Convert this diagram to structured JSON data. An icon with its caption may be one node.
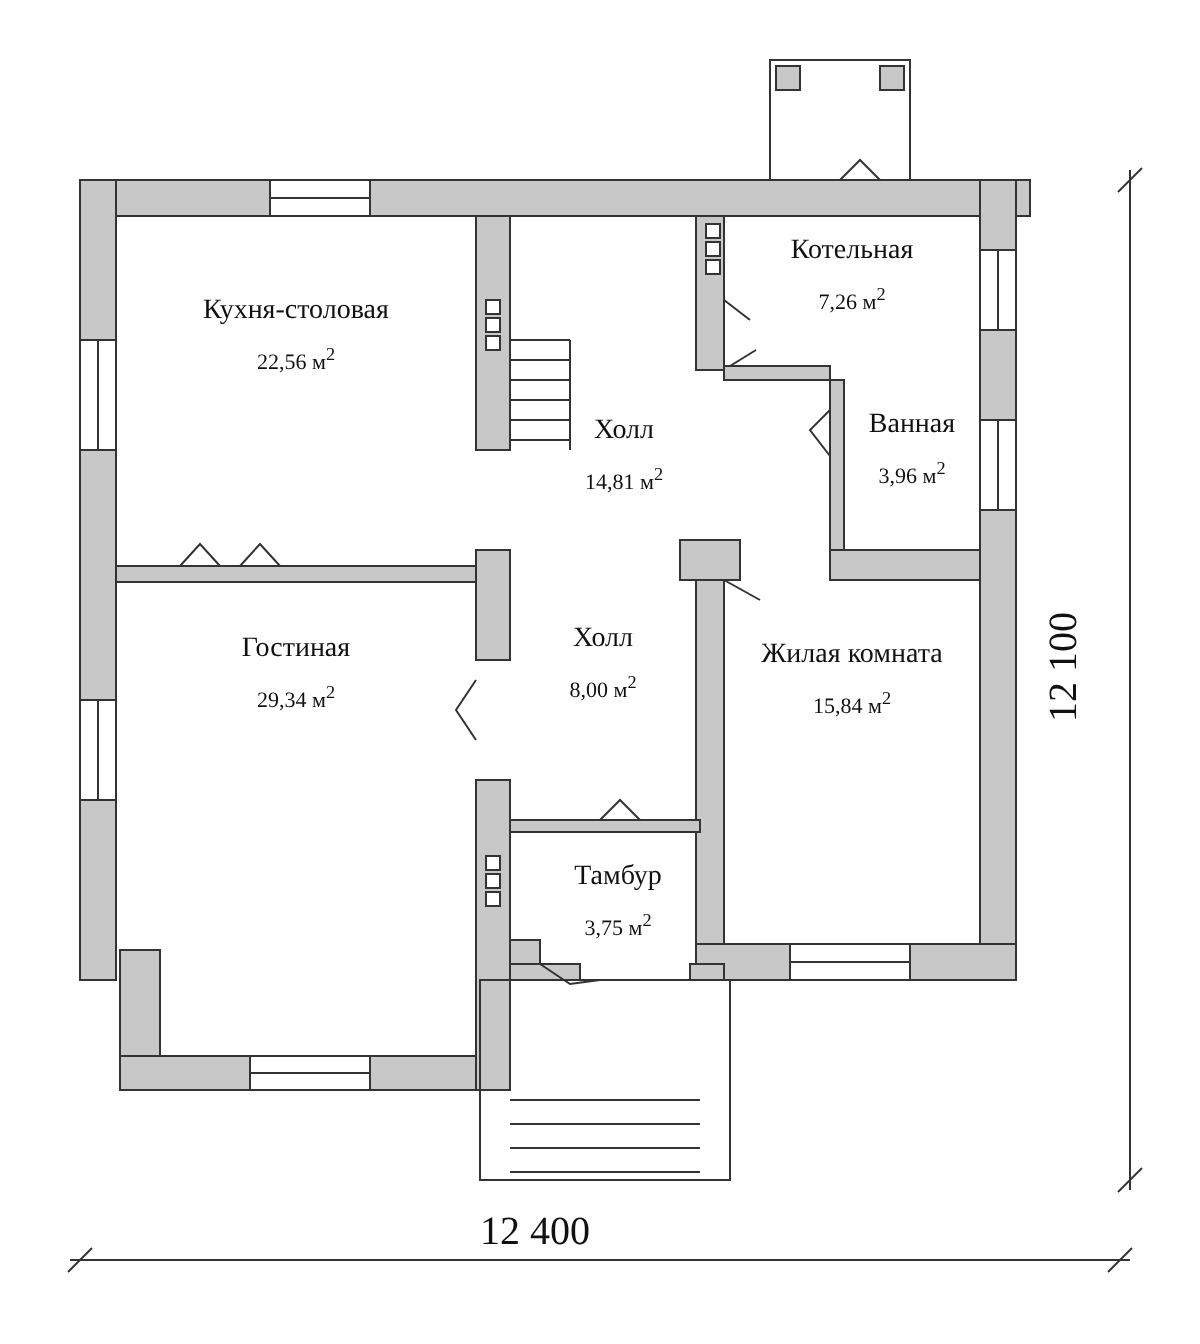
{
  "diagram": {
    "nodes": [
      {
        "text": [
          "Котельная",
          "7,26 м$^{2}$"
        ]
      },
      {
        "text": [
          "Кухня-столовая",
          "22,56 м$^{2}$"
        ]
      },
      {
        "text": [
          "Холл",
          "14,81 м$^{2}$"
        ]
      },
      {
        "text": [
          "Ванная",
          "3,96 м$^{2}$"
        ]
      },
      {
        "text": [
          "Гостиная",
          "29,34 м$^{2}$"
        ]
      },
      {
        "text": [
          "Холл",
          "8,00 м$^{2}$"
        ]
      },
      {
        "text": [
          "Жилая комната",
          "15,84 м$^{2}$"
        ]
      },
      {
        "text": [
          "Тамбур",
          "3,75 м$^{2}$"
        ]
      }
    ],
    "edges": [],
    "labels": [
      "12 100",
      "12 400"
    ]
  }
}
